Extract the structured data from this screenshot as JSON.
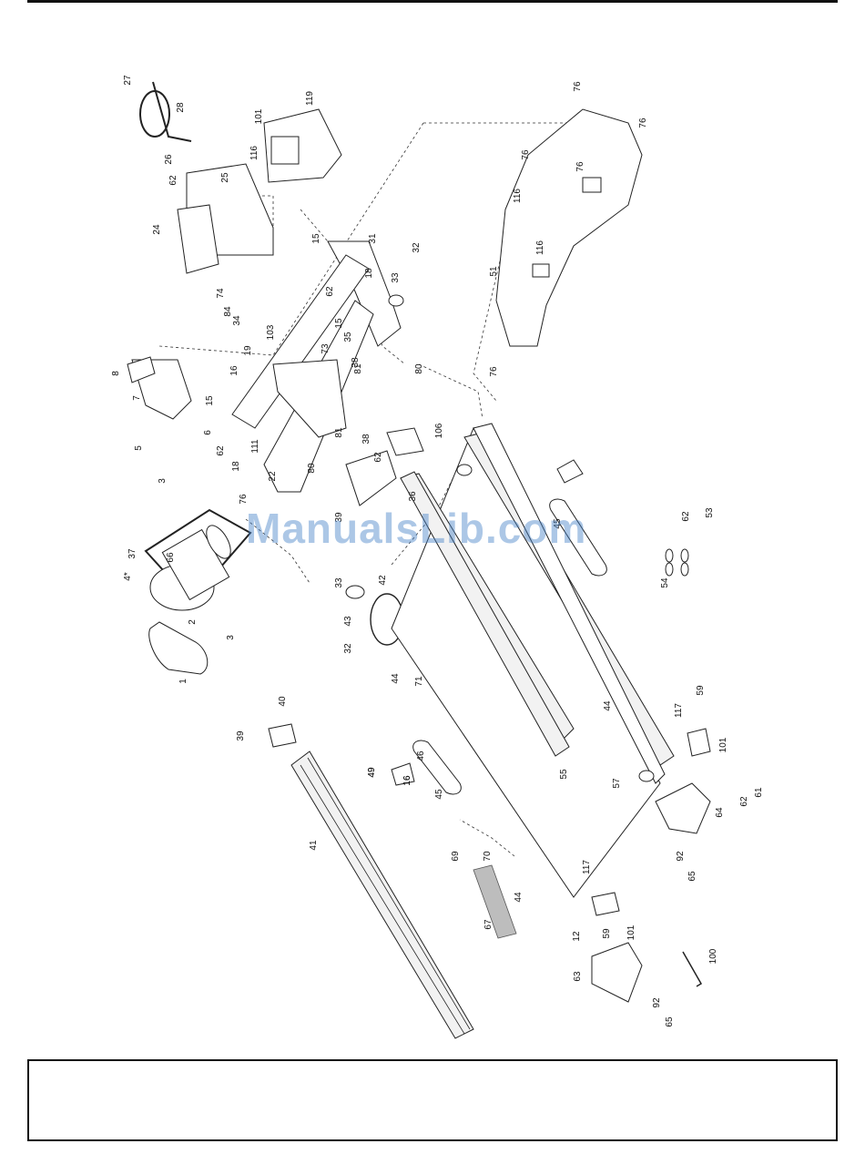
{
  "watermark": "ManualsLib.com",
  "callouts": [
    "27",
    "28",
    "26",
    "25",
    "24",
    "62",
    "101",
    "119",
    "116",
    "15",
    "31",
    "32",
    "33",
    "18",
    "62",
    "74",
    "84",
    "34",
    "103",
    "15",
    "35",
    "73",
    "81",
    "38",
    "80",
    "8",
    "7",
    "15",
    "6",
    "5",
    "16",
    "19",
    "62",
    "18",
    "111",
    "76",
    "22",
    "80",
    "106",
    "62",
    "36",
    "39",
    "81",
    "38",
    "3",
    "37",
    "4*",
    "66",
    "2",
    "3",
    "1",
    "33",
    "42",
    "43",
    "32",
    "44",
    "71",
    "40",
    "39",
    "49",
    "16",
    "46",
    "45",
    "41",
    "49",
    "16",
    "45",
    "54",
    "62",
    "53",
    "76",
    "76",
    "76",
    "116",
    "76",
    "116",
    "51",
    "76",
    "44",
    "117",
    "59",
    "101",
    "57",
    "55",
    "64",
    "62",
    "61",
    "69",
    "70",
    "67",
    "44",
    "117",
    "92",
    "65",
    "12",
    "59",
    "101",
    "63",
    "92",
    "65",
    "100"
  ]
}
